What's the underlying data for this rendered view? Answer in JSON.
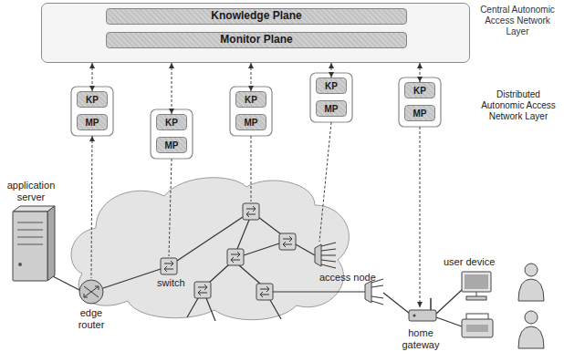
{
  "diagram": {
    "nodes": [
      {
        "text": [
          "Central Autonomic Access Network Layer"
        ]
      },
      {
        "text": [
          "Knowledge Plane"
        ],
        "in": 0
      },
      {
        "text": [
          "Monitor Plane"
        ],
        "in": 0
      },
      {
        "text": [
          "KP"
        ]
      },
      {
        "text": [
          "MP"
        ]
      },
      {
        "text": [
          "KP"
        ]
      },
      {
        "text": [
          "MP"
        ]
      },
      {
        "text": [
          "KP"
        ]
      },
      {
        "text": [
          "MP"
        ]
      },
      {
        "text": [
          "KP"
        ]
      },
      {
        "text": [
          "MP"
        ]
      },
      {
        "text": [
          "KP"
        ]
      },
      {
        "text": [
          "MP"
        ]
      }
    ],
    "edges": [
      {
        "from": 0,
        "to": 3,
        "arrow": "both"
      },
      {
        "from": 0,
        "to": 5,
        "arrow": "both"
      },
      {
        "from": 0,
        "to": 7,
        "arrow": "both"
      },
      {
        "from": 0,
        "to": 9,
        "arrow": "both"
      },
      {
        "from": 0,
        "to": 11,
        "arrow": "both"
      }
    ],
    "labels": [
      "Distributed Autonomic Access Network Layer",
      "application server",
      "edge router",
      "switch",
      "access node",
      "user device",
      "home gateway"
    ]
  }
}
